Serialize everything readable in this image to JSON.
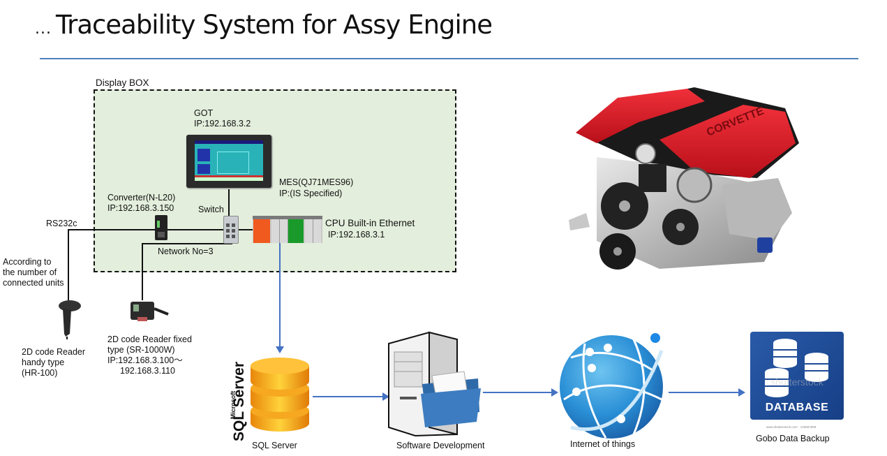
{
  "header": {
    "prefix": "...",
    "title": "Traceability System for Assy Engine"
  },
  "display_box": {
    "label": "Display BOX"
  },
  "devices": {
    "got": {
      "name": "GOT",
      "ip": "IP:192.168.3.2"
    },
    "mes": {
      "name": "MES(QJ71MES96)",
      "ip": "IP:(IS Specified)"
    },
    "converter": {
      "name": "Converter(N-L20)",
      "ip": "IP:192.168.3.150"
    },
    "switch": {
      "name": "Switch"
    },
    "cpu": {
      "name": "CPU Built-in Ethernet",
      "ip": "IP:192.168.3.1"
    },
    "network": {
      "label": "Network No=3"
    },
    "rs232c": {
      "label": "RS232c"
    },
    "note": {
      "line1": "According to",
      "line2": "the number of",
      "line3": "connected units"
    },
    "handy_reader": {
      "line1": "2D code Reader",
      "line2": "handy type",
      "line3": "(HR-100)"
    },
    "fixed_reader": {
      "line1": "2D code Reader fixed",
      "line2": "type (SR-1000W)",
      "line3": "IP:192.168.3.100～",
      "line4": "192.168.3.110"
    }
  },
  "flow": {
    "sql": {
      "label": "SQL Server",
      "logo_small": "Microsoft",
      "logo_big": "SQL Server"
    },
    "software": {
      "label": "Software Development"
    },
    "iot": {
      "label": "Internet of things"
    },
    "backup": {
      "label": "Gobo Data Backup",
      "badge": "DATABASE",
      "watermark": "shutterstock",
      "credit": "www.shutterstock.com · 123657808"
    }
  },
  "colors": {
    "accent_blue": "#4472c4",
    "box_fill": "#e3eedc",
    "engine_red": "#d8202a"
  }
}
